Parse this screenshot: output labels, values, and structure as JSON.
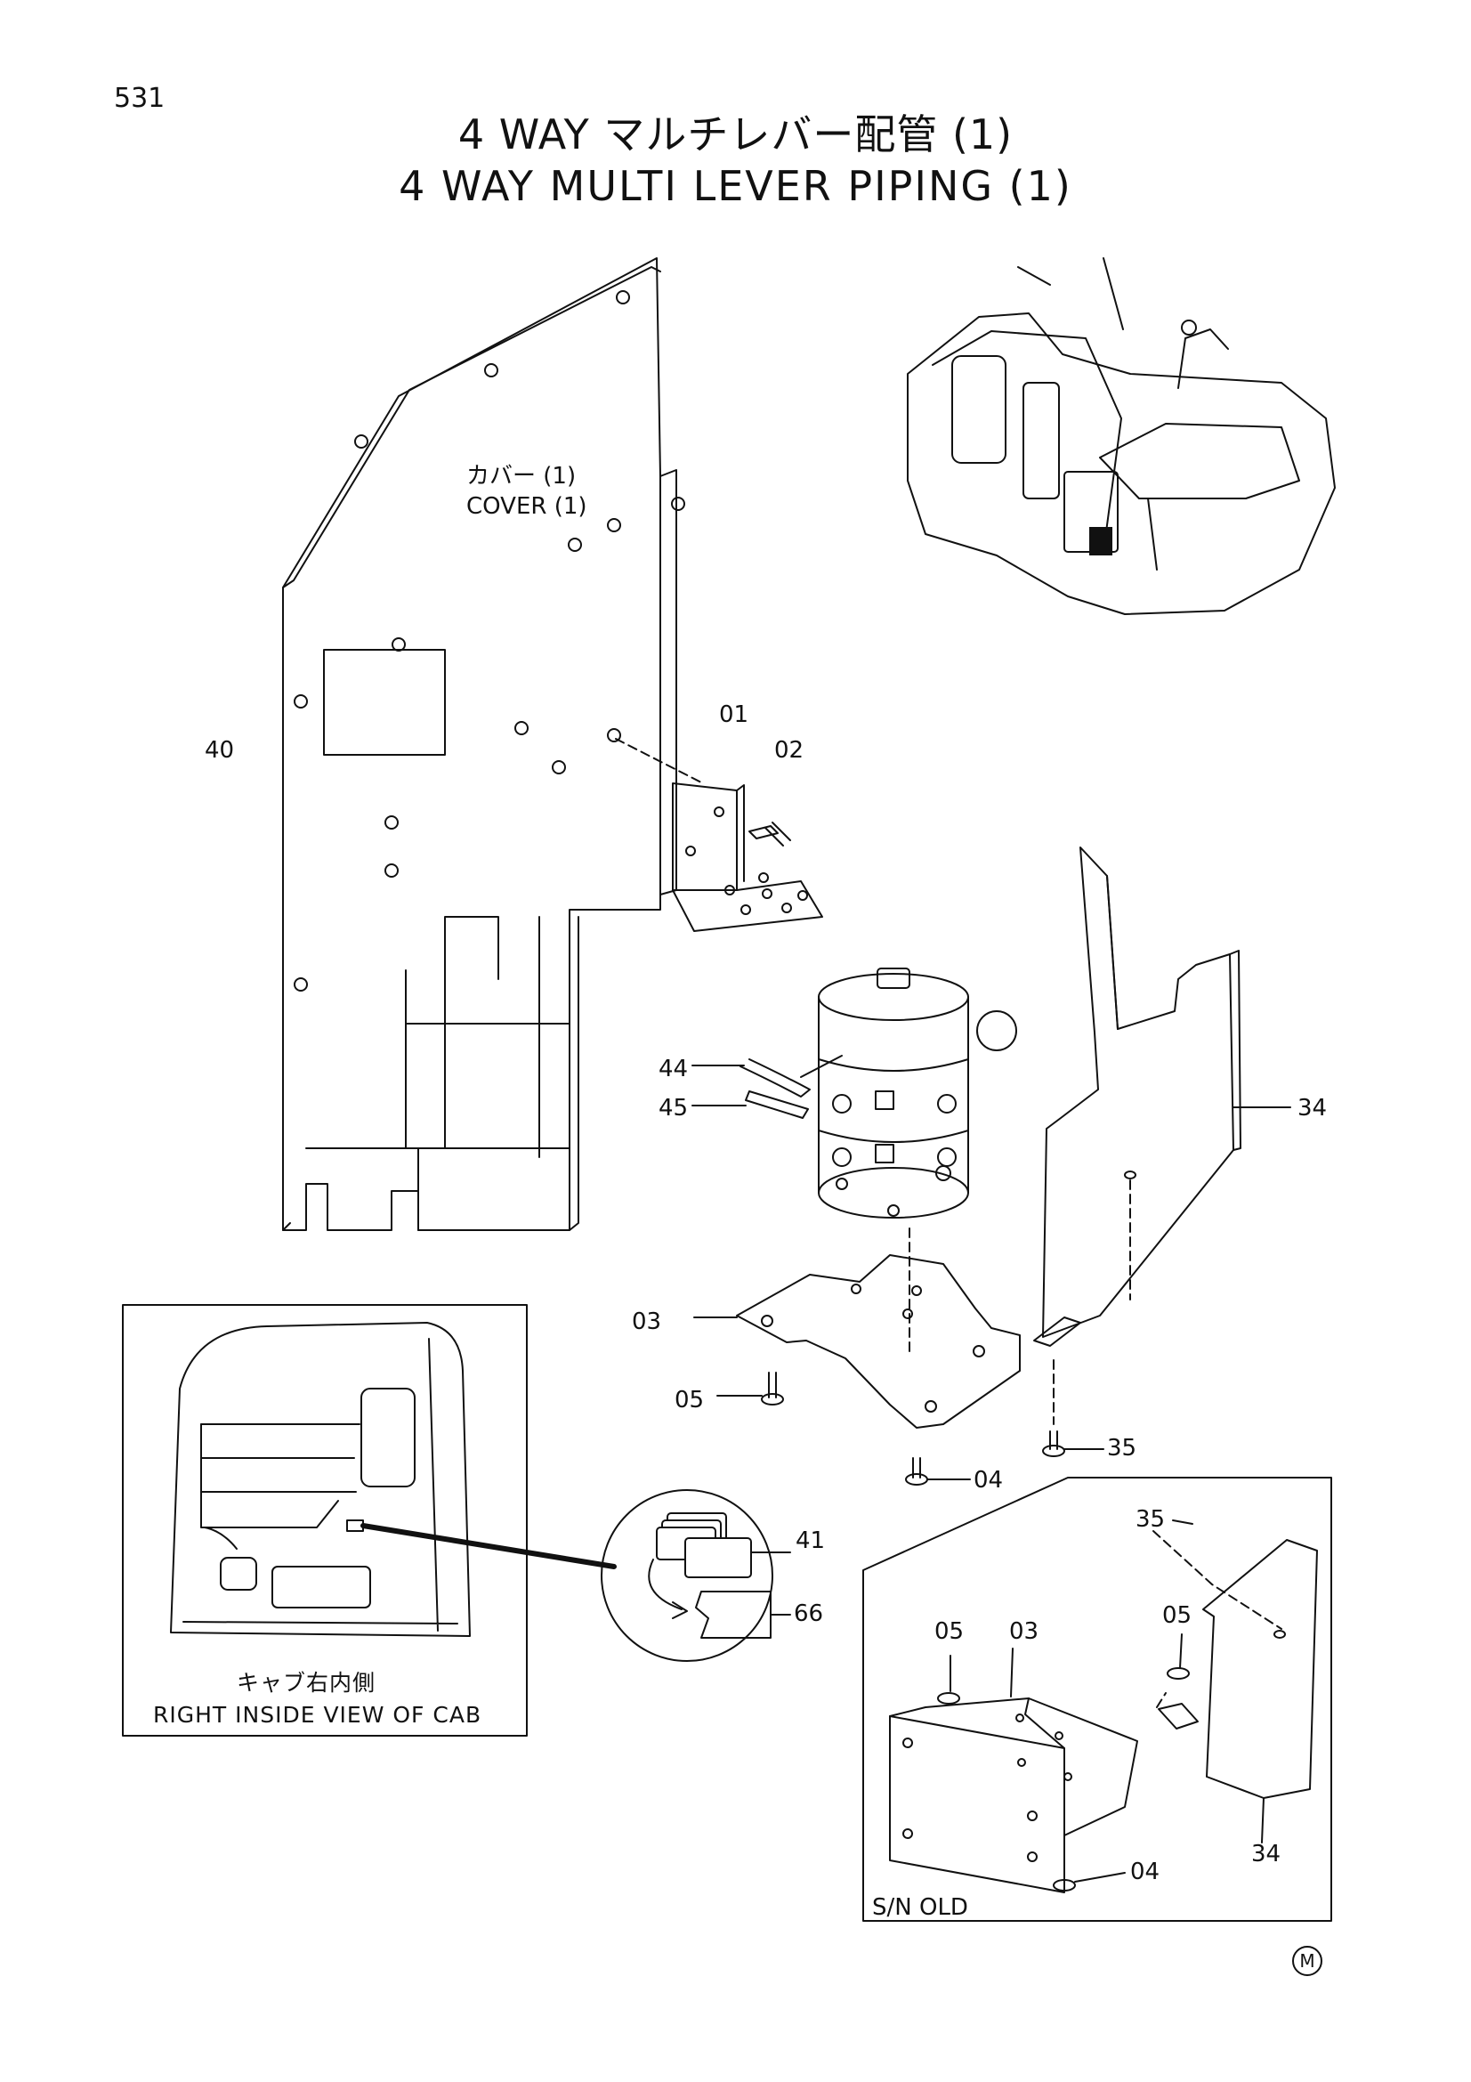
{
  "page": {
    "number": "531"
  },
  "title": {
    "japanese": "4 WAY マルチレバー配管 (1)",
    "english": "4 WAY MULTI LEVER PIPING (1)"
  },
  "cover_label": {
    "japanese": "カバー (1)",
    "english": "COVER (1)"
  },
  "callouts": {
    "c01": "01",
    "c02": "02",
    "c40": "40",
    "c44": "44",
    "c45": "45",
    "c34": "34",
    "c03": "03",
    "c05": "05",
    "c04": "04",
    "c35": "35",
    "c41": "41",
    "c66": "66"
  },
  "old_detail": {
    "caption": "S/N OLD",
    "c35": "35",
    "c05a": "05",
    "c03": "03",
    "c05b": "05",
    "c34": "34",
    "c04": "04"
  },
  "cab_view": {
    "japanese": "キャブ右内側",
    "english": "RIGHT INSIDE VIEW OF CAB"
  },
  "manual_mark": "M"
}
